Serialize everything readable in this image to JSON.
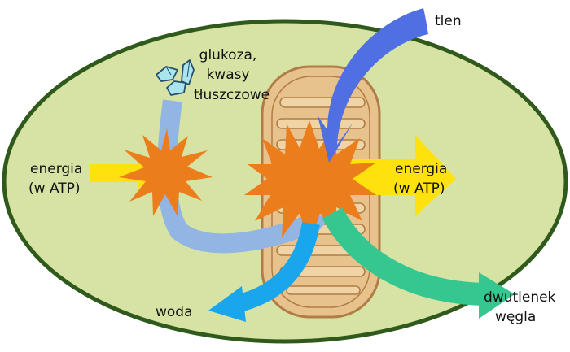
{
  "labels": {
    "oxygen": "tlen",
    "nutrients_1": "glukoza,",
    "nutrients_2": "kwasy",
    "nutrients_3": "tłuszczowe",
    "energy_left_1": "energia",
    "energy_left_2": "(w ATP)",
    "energy_right_1": "energia",
    "energy_right_2": "(w ATP)",
    "water": "woda",
    "co2_1": "dwutlenek",
    "co2_2": "węgla"
  },
  "colors": {
    "cell_fill": "#d7e3a4",
    "cell_border": "#2f5a1c",
    "mitochondrion_fill": "#e8c28c",
    "mitochondrion_border": "#b07d46",
    "burst": "#ec7d1c",
    "energy_arrow": "#ffe10d",
    "oxygen_arrow": "#4f6fe3",
    "nutrient_arrow": "#93b5e3",
    "water_arrow": "#1aa6ec",
    "co2_arrow": "#36c690",
    "crystal": "#a9e5ee"
  }
}
